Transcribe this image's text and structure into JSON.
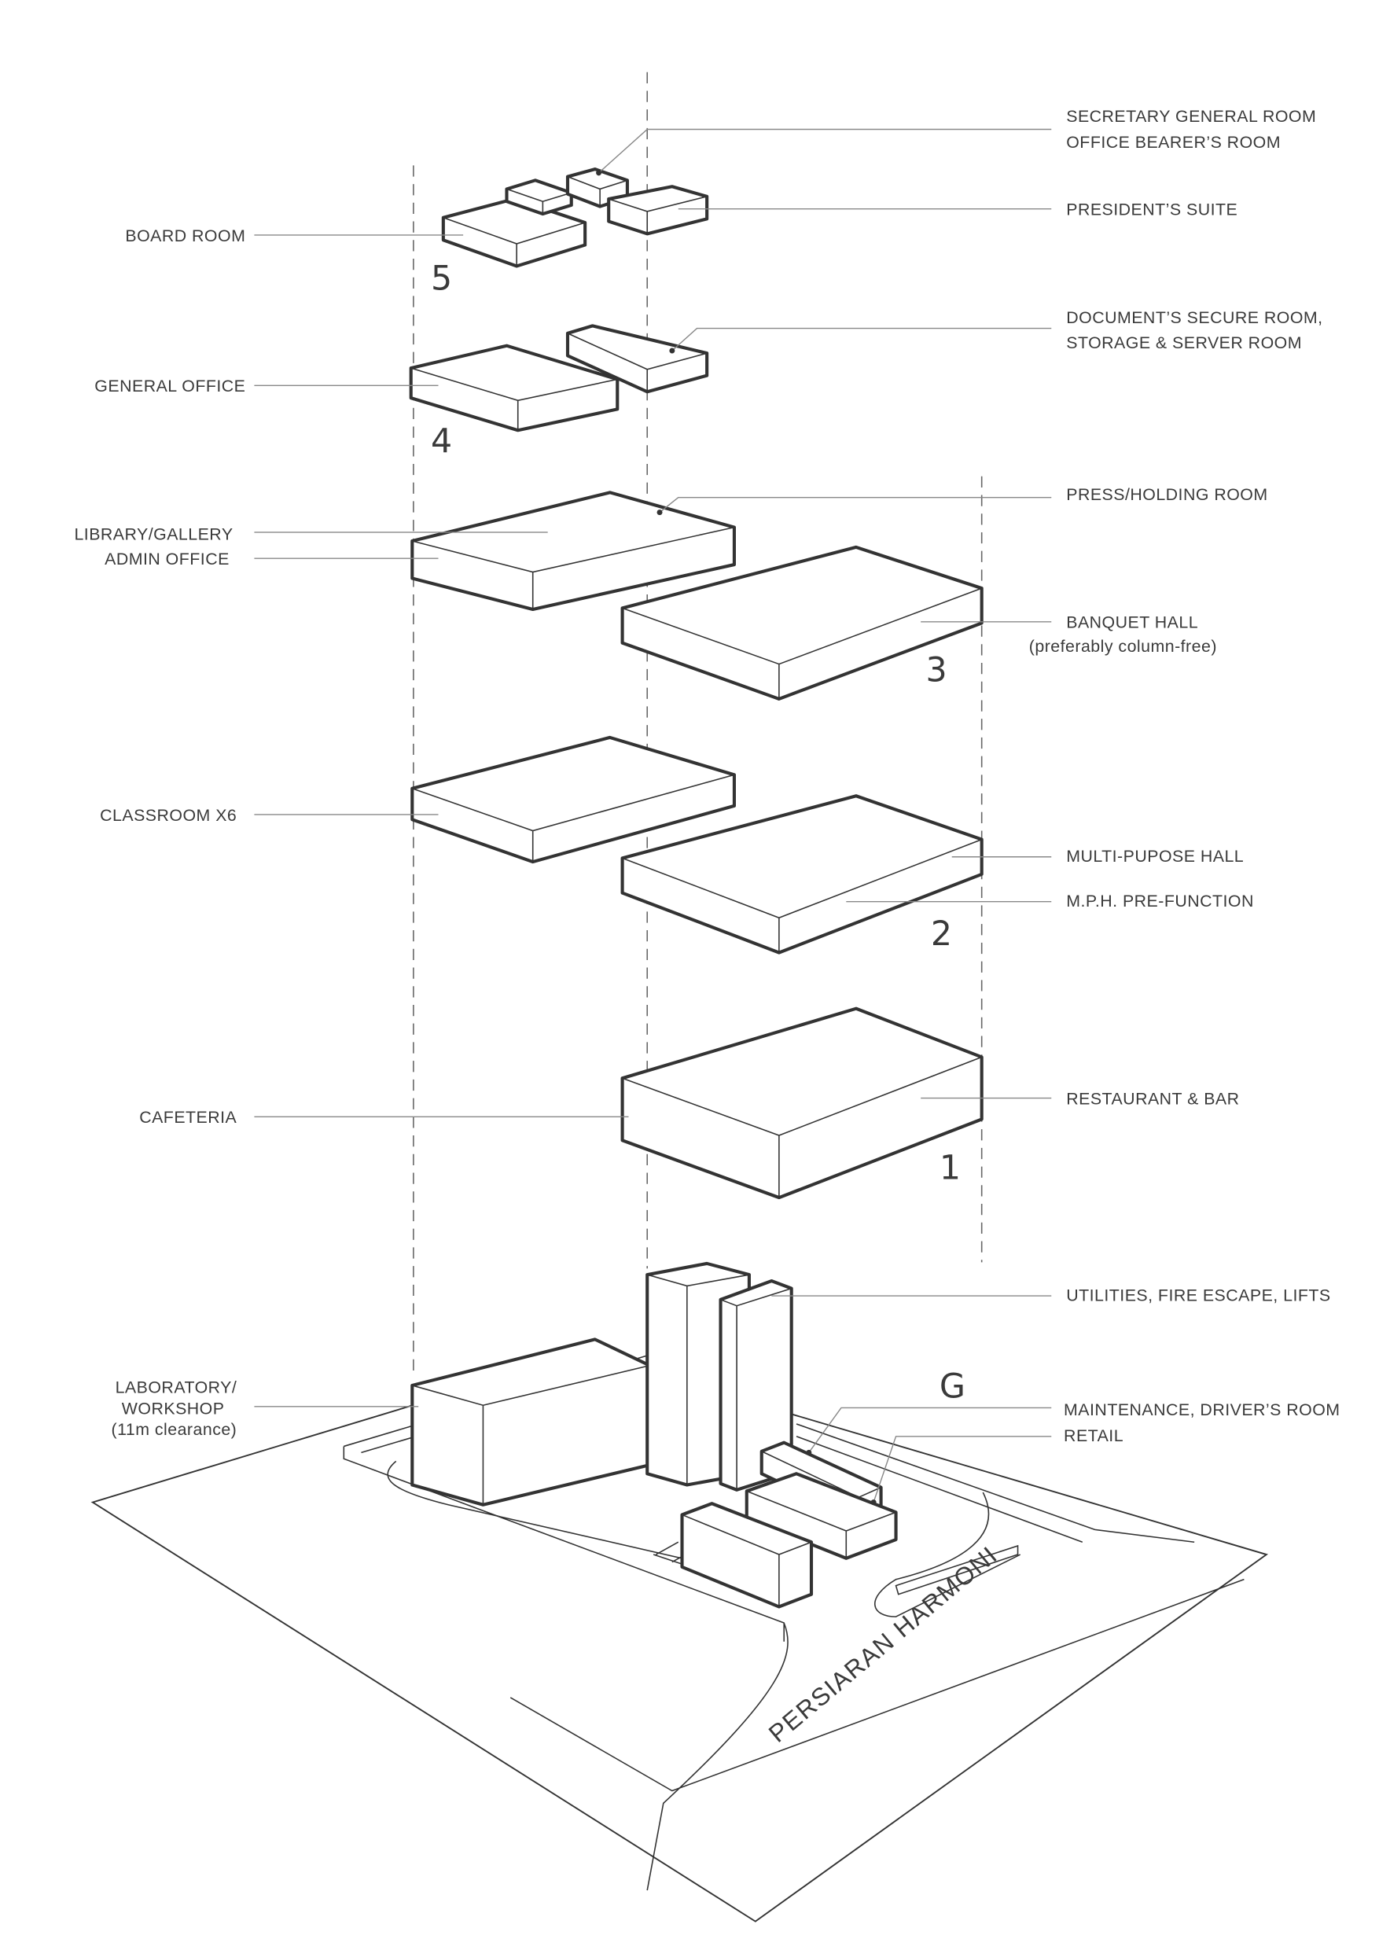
{
  "labels_left": {
    "board_room": "BOARD ROOM",
    "general_office": "GENERAL OFFICE",
    "library_gallery": "LIBRARY/GALLERY",
    "admin_office": "ADMIN OFFICE",
    "classroom": "CLASSROOM X6",
    "cafeteria": "CAFETERIA",
    "laboratory_1": "LABORATORY/",
    "laboratory_2": "WORKSHOP",
    "laboratory_3": "(11m clearance)"
  },
  "labels_right": {
    "secretary_general": "SECRETARY GENERAL ROOM",
    "office_bearer": "OFFICE BEARER’S ROOM",
    "president_suite": "PRESIDENT’S SUITE",
    "document_room_1": "DOCUMENT’S SECURE ROOM,",
    "document_room_2": "STORAGE & SERVER ROOM",
    "press_room": "PRESS/HOLDING ROOM",
    "banquet_hall_1": "BANQUET HALL",
    "banquet_hall_2": "(preferably column-free)",
    "multipurpose_hall": "MULTI-PUPOSE HALL",
    "mph_prefunction": "M.P.H. PRE-FUNCTION",
    "restaurant_bar": "RESTAURANT & BAR",
    "utilities": "UTILITIES, FIRE ESCAPE, LIFTS",
    "maintenance": "MAINTENANCE, DRIVER’S ROOM",
    "retail": "RETAIL"
  },
  "floor_numbers": {
    "f5": "5",
    "f4": "4",
    "f3": "3",
    "f2": "2",
    "f1": "1",
    "g": "G"
  },
  "road_name": "PERSIARAN HARMONI"
}
